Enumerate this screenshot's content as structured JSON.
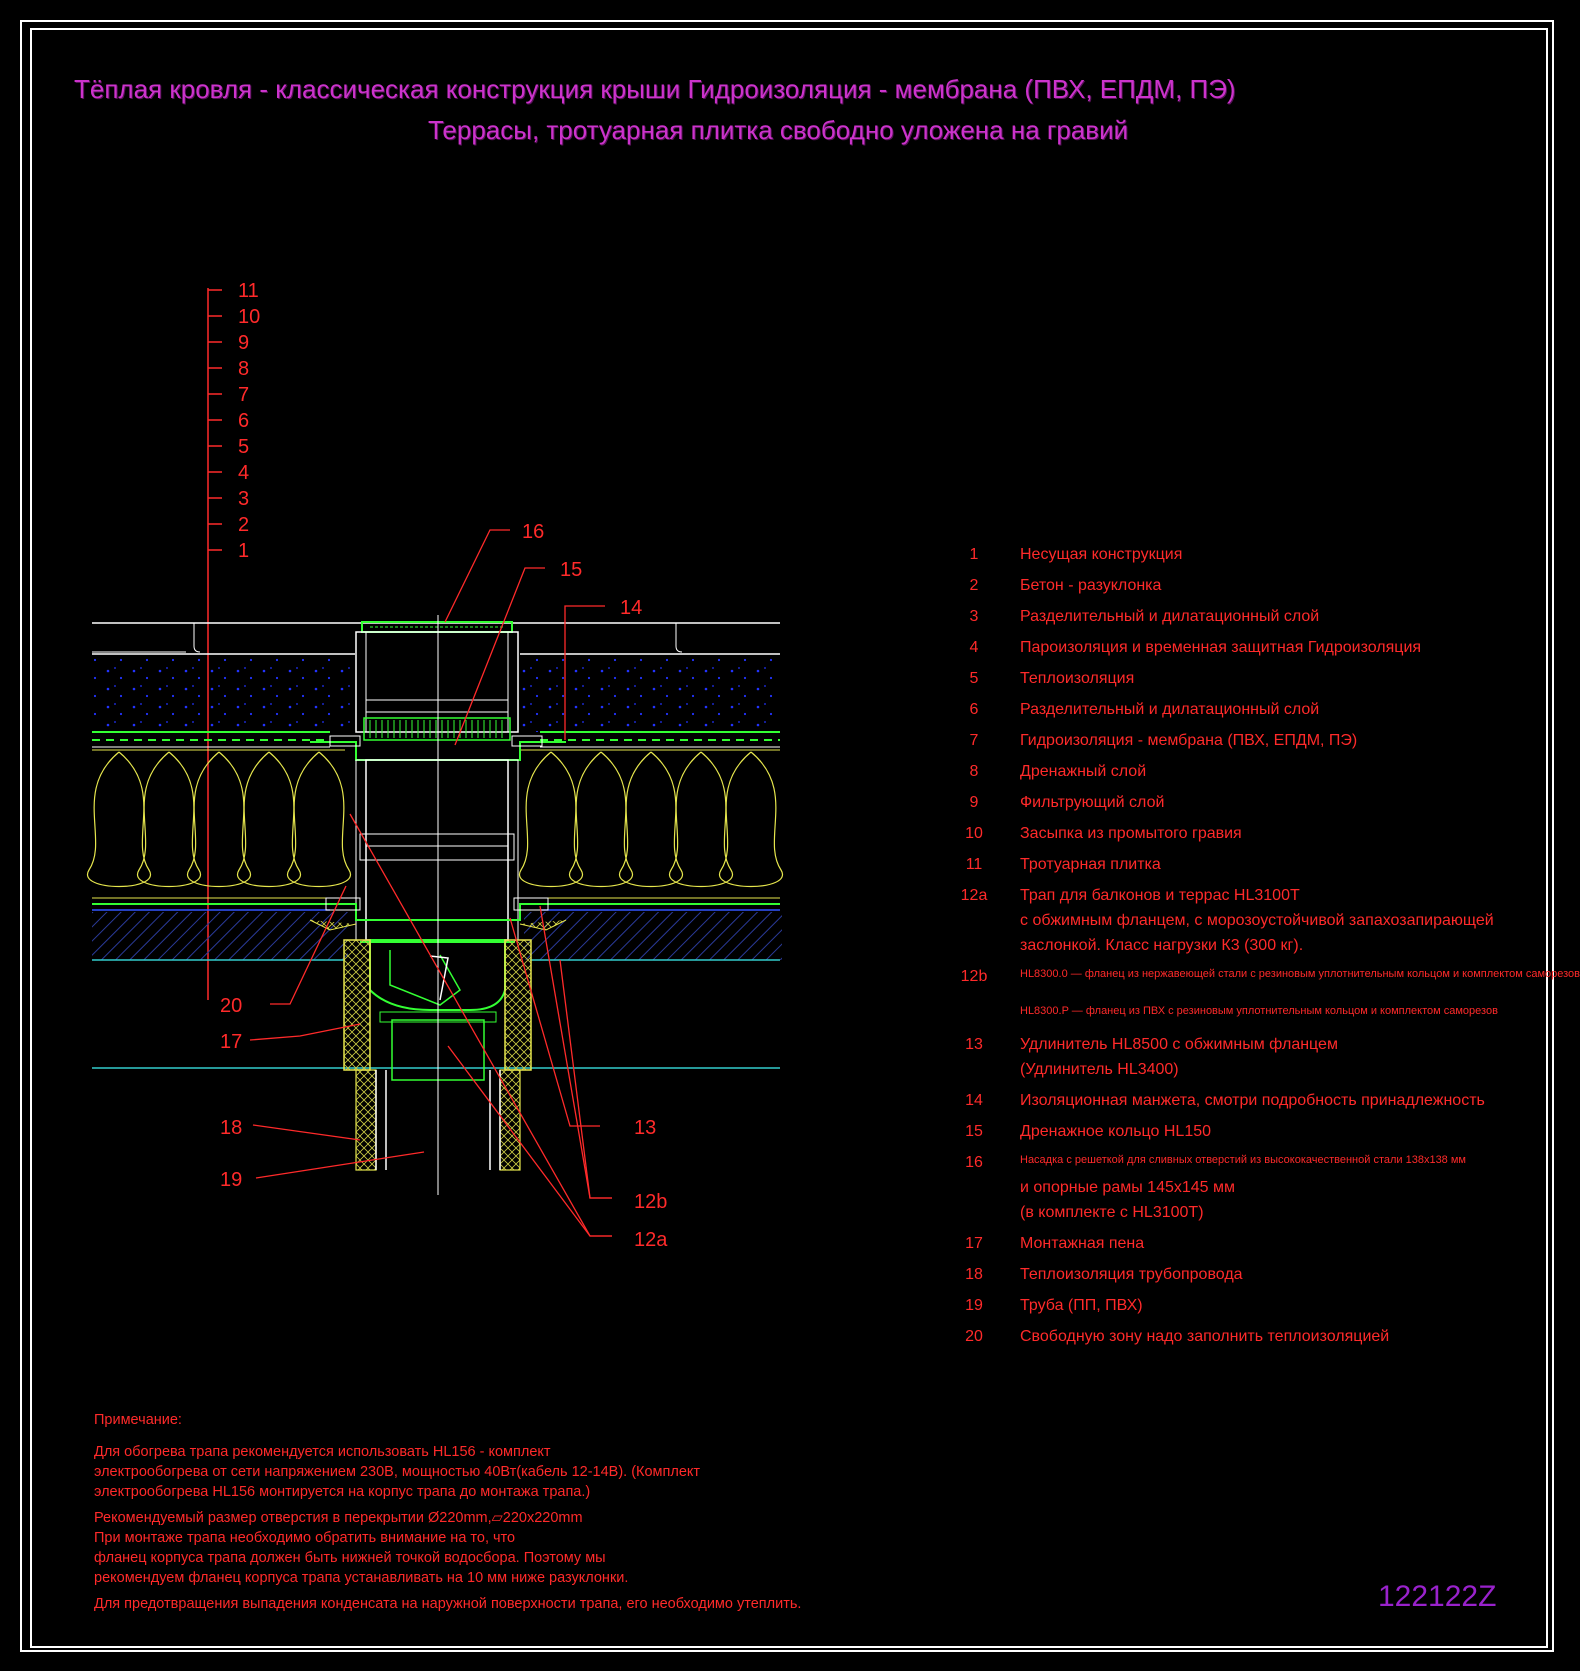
{
  "titles": {
    "line1": "Тёплая кровля - классическая конструкция крыши Гидроизоляция - мембрана (ПВХ, ЕПДМ, ПЭ)",
    "line2": "Террасы, тротуарная плитка свободно уложена на гравий"
  },
  "layer_scale": [
    "11",
    "10",
    "9",
    "8",
    "7",
    "6",
    "5",
    "4",
    "3",
    "2",
    "1"
  ],
  "callouts": {
    "c16": "16",
    "c15": "15",
    "c14": "14",
    "c20": "20",
    "c17": "17",
    "c18": "18",
    "c19": "19",
    "c13": "13",
    "c12b": "12b",
    "c12a": "12a"
  },
  "legend": [
    {
      "num": "1",
      "text": "Несущая конструкция"
    },
    {
      "num": "2",
      "text": "Бетон - разуклонка"
    },
    {
      "num": "3",
      "text": "Разделительный и дилатационный слой"
    },
    {
      "num": "4",
      "text": "Пароизоляция и временная защитная Гидроизоляция"
    },
    {
      "num": "5",
      "text": "Теплоизоляция"
    },
    {
      "num": "6",
      "text": "Разделительный и дилатационный слой"
    },
    {
      "num": "7",
      "text": "Гидроизоляция - мембрана (ПВХ, ЕПДМ, ПЭ)"
    },
    {
      "num": "8",
      "text": "Дренажный слой"
    },
    {
      "num": "9",
      "text": "Фильтрующий слой"
    },
    {
      "num": "10",
      "text": "Засыпка из промытого гравия"
    },
    {
      "num": "11",
      "text": "Тротуарная плитка"
    },
    {
      "num": "12a",
      "text": "Трап для балконов и террас HL3100T",
      "cont": [
        "с обжимным фланцем, с морозоустойчивой запахозапирающей",
        "заслонкой. Класс нагрузки К3 (300 кг)."
      ]
    },
    {
      "num": "12b",
      "text": "HL8300.0 — фланец из нержавеющей стали с резиновым уплотнительным кольцом и комплектом саморезов",
      "small": true,
      "cont": [
        "HL8300.P — фланец из ПВХ с резиновым уплотнительным кольцом и комплектом саморезов"
      ],
      "cont_small": true
    },
    {
      "num": "13",
      "text": "Удлинитель HL8500 с обжимным фланцем",
      "cont": [
        "(Удлинитель HL3400)"
      ]
    },
    {
      "num": "14",
      "text": "Изоляционная  манжета, смотри подробность принадлежность"
    },
    {
      "num": "15",
      "text": "Дренажное кольцо HL150"
    },
    {
      "num": "16",
      "text": "Насадка с решеткой для сливных отверстий из высококачественной стали 138x138 мм",
      "small": true,
      "cont": [
        "и опорные рамы 145x145 мм",
        "(в комплекте с HL3100T)"
      ]
    },
    {
      "num": "17",
      "text": "Монтажная пена"
    },
    {
      "num": "18",
      "text": "Теплоизоляция трубопровода"
    },
    {
      "num": "19",
      "text": "Труба (ПП, ПВХ)"
    },
    {
      "num": "20",
      "text": "Свободную зону надо заполнить теплоизоляцией"
    }
  ],
  "notes": {
    "heading": "Примечание:",
    "lines": [
      "Для обогрева трапа рекомендуется использовать HL156 - комплект",
      "электрообогрева от сети напряжением 230В, мощностью 40Вт(кабель 12-14В). (Комплект",
      "электрообогрева HL156 монтируется на корпус трапа до монтажа трапа.)"
    ],
    "lines2": [
      "Рекомендуемый размер отверстия в перекрытии Ø220mm,▱220x220mm",
      "При монтаже трапа необходимо обратить внимание на то, что",
      "фланец корпуса трапа должен быть нижней точкой водосбора. Поэтому мы",
      "рекомендуем фланец корпуса трапа устанавливать на 10 мм ниже разуклонки."
    ],
    "line3": "Для предотвращения выпадения конденсата на наружной поверхности трапа, его необходимо утеплить."
  },
  "drawing_code": "122122Z",
  "colors": {
    "title": "#cc33cc",
    "text": "#ff2a2a",
    "code": "#9922cc",
    "insulation": "#e6e64d",
    "drain": "#33ff33",
    "gravel": "#2233ff",
    "line": "#ffffff",
    "screed": "#3355ff",
    "cyan": "#33cccc"
  }
}
